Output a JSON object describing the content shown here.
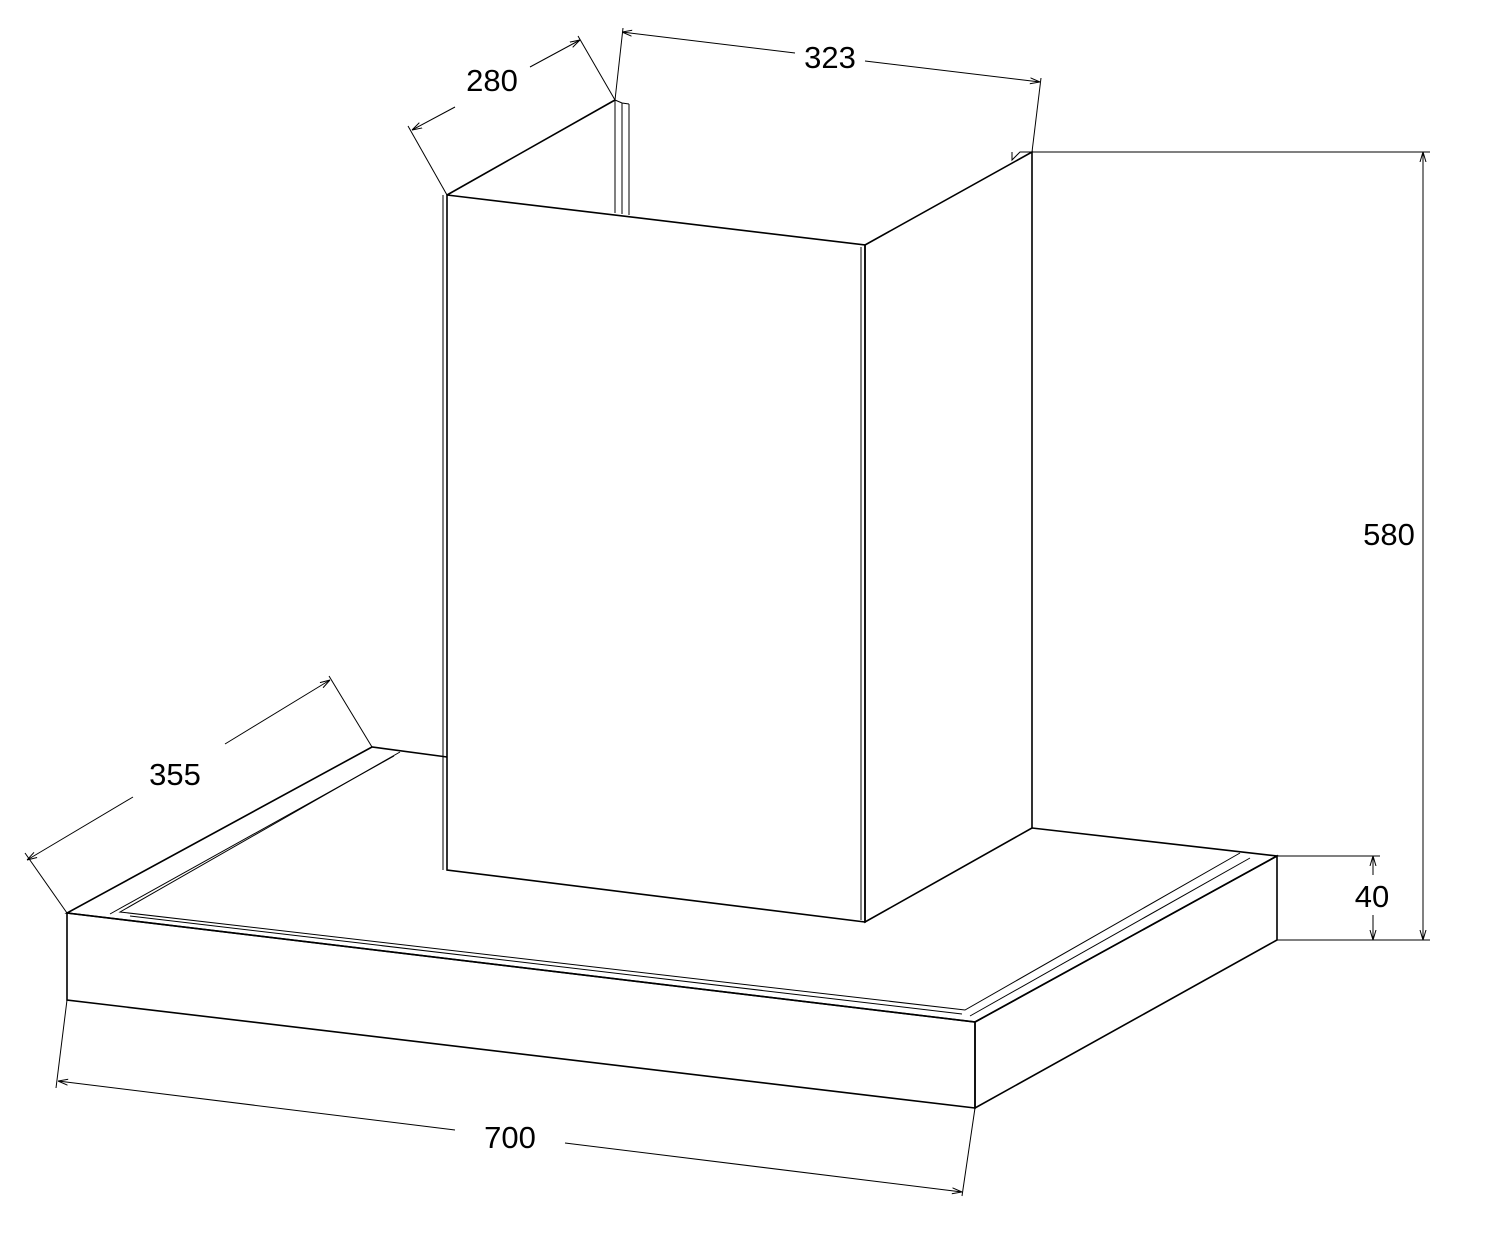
{
  "title": "Chimney hood dimension drawing",
  "dimensions": {
    "chimney_depth": "280",
    "chimney_width": "323",
    "total_height": "580",
    "canopy_height": "40",
    "canopy_depth": "355",
    "canopy_width": "700"
  },
  "colors": {
    "line": "#000000",
    "background": "#ffffff"
  }
}
